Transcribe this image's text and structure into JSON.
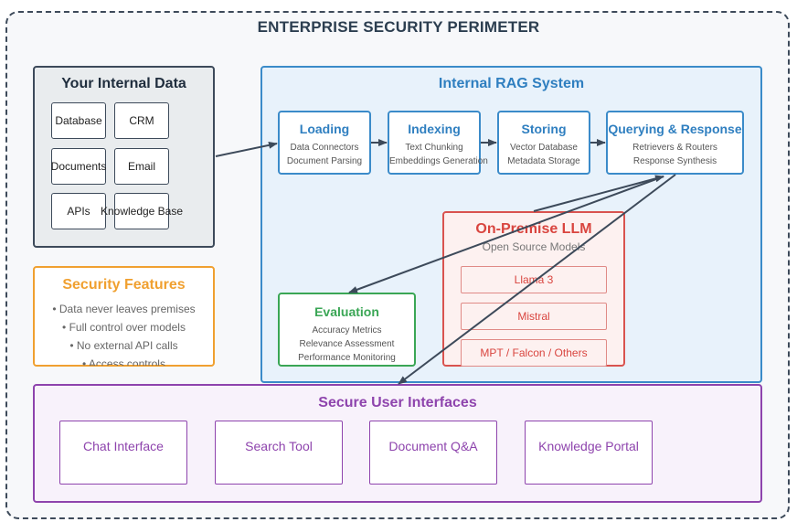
{
  "title": "ENTERPRISE SECURITY PERIMETER",
  "internal_data": {
    "title": "Your Internal Data",
    "sources": [
      "Database",
      "CRM",
      "Documents",
      "Email",
      "APIs",
      "Knowledge Base"
    ]
  },
  "rag": {
    "title": "Internal RAG System",
    "stages": [
      {
        "title": "Loading",
        "lines": [
          "Data Connectors",
          "Document Parsing"
        ]
      },
      {
        "title": "Indexing",
        "lines": [
          "Text Chunking",
          "Embeddings Generation"
        ]
      },
      {
        "title": "Storing",
        "lines": [
          "Vector Database",
          "Metadata Storage"
        ]
      },
      {
        "title": "Querying & Response",
        "lines": [
          "Retrievers & Routers",
          "Response Synthesis"
        ]
      }
    ]
  },
  "llm": {
    "title": "On-Premise LLM",
    "subtitle": "Open Source Models",
    "models": [
      "Llama 3",
      "Mistral",
      "MPT / Falcon / Others"
    ]
  },
  "evaluation": {
    "title": "Evaluation",
    "lines": [
      "Accuracy Metrics",
      "Relevance Assessment",
      "Performance Monitoring"
    ]
  },
  "security": {
    "title": "Security Features",
    "items": [
      "• Data never leaves premises",
      "• Full control over models",
      "• No external API calls",
      "• Access controls"
    ]
  },
  "interfaces": {
    "title": "Secure User Interfaces",
    "items": [
      "Chat Interface",
      "Search Tool",
      "Document Q&A",
      "Knowledge Portal"
    ]
  },
  "colors": {
    "perimeter": "#3d4a5a",
    "rag": "#3b8bc9",
    "llm": "#d9534f",
    "evaluation": "#3aa655",
    "security": "#f0a030",
    "interfaces": "#8e44ad"
  }
}
